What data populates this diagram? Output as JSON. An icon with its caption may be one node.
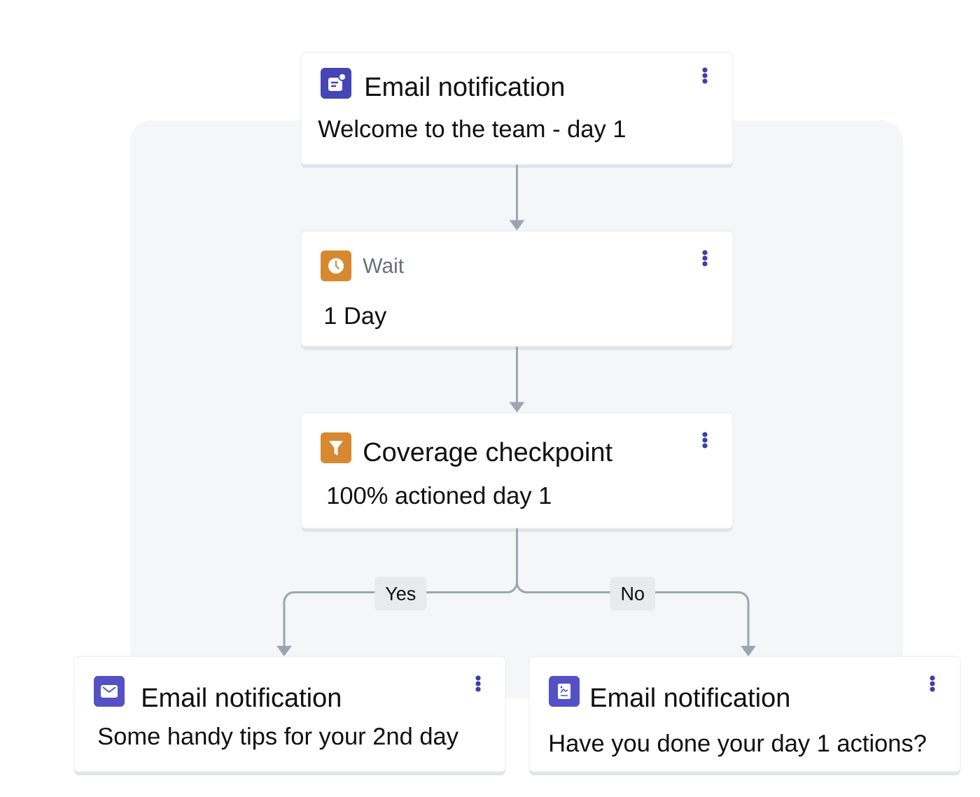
{
  "diagram": {
    "nodes": [
      {
        "text": [
          "Email notification",
          "Welcome to the team - day 1"
        ]
      },
      {
        "text": [
          "Wait",
          "1 Day"
        ]
      },
      {
        "text": [
          "Coverage checkpoint",
          "100% actioned day 1"
        ]
      },
      {
        "text": [
          "Email notification",
          "Some handy tips for your 2nd day"
        ]
      },
      {
        "text": [
          "Email notification",
          "Have you done your day 1 actions?"
        ]
      }
    ],
    "edges": [
      {
        "from": 0,
        "to": 1,
        "arrow": "to"
      },
      {
        "from": 1,
        "to": 2,
        "arrow": "to"
      },
      {
        "from": 2,
        "to": 3,
        "arrow": "to",
        "label": "Yes"
      },
      {
        "from": 2,
        "to": 4,
        "arrow": "to",
        "label": "No"
      }
    ]
  }
}
